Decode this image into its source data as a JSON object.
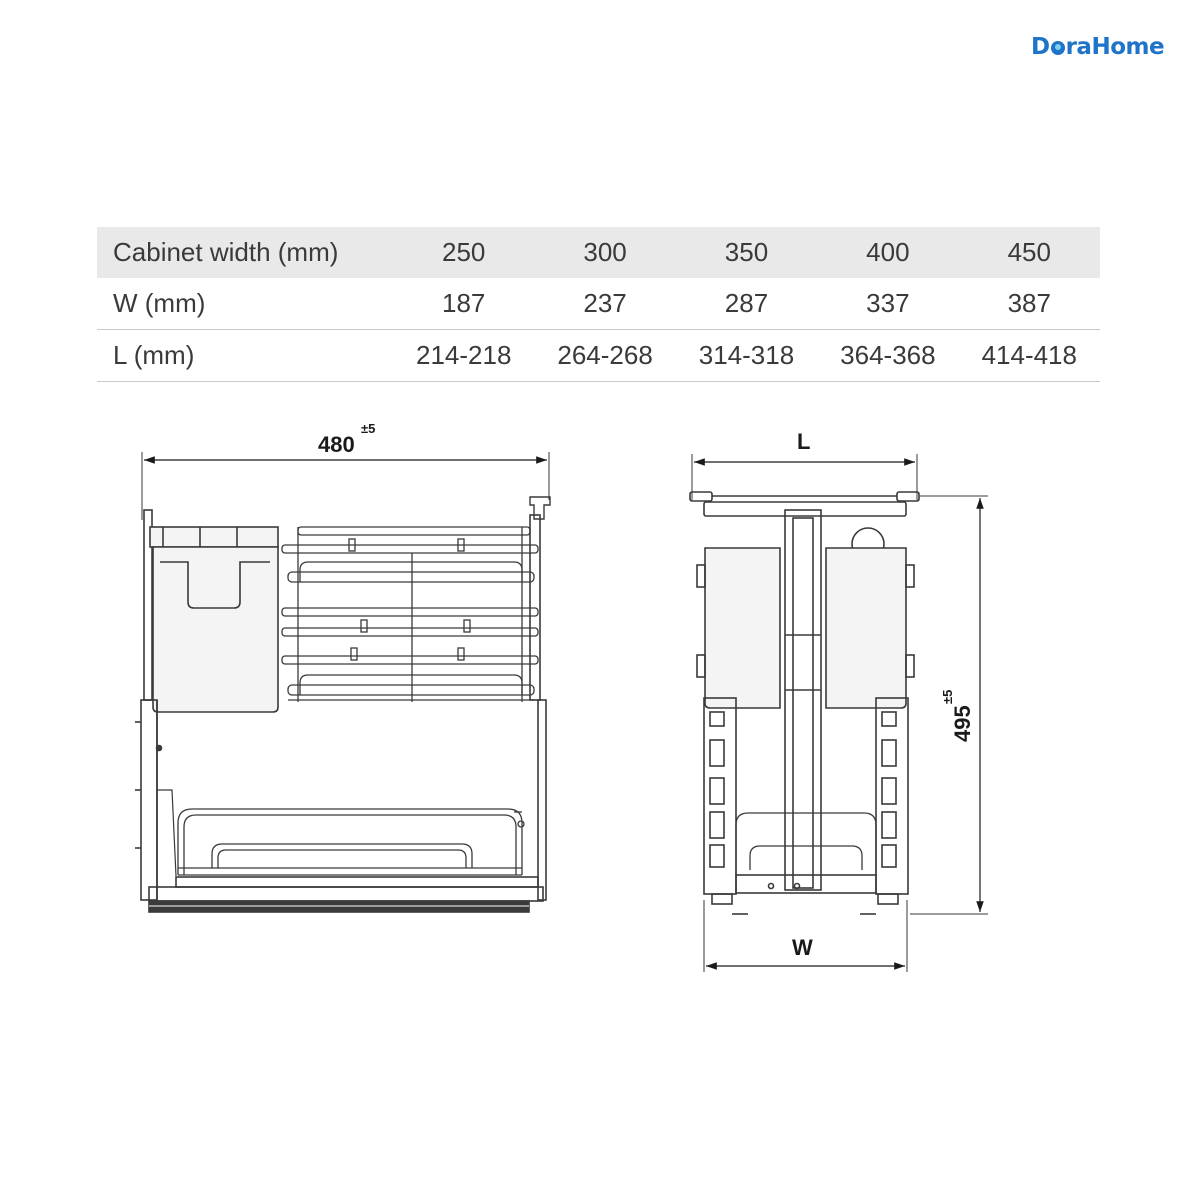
{
  "brand": {
    "logo_text_1": "D",
    "logo_text_2": "raHome",
    "color": "#1f73c8"
  },
  "spec_table": {
    "rows": [
      {
        "label": "Cabinet width (mm)",
        "values": [
          "250",
          "300",
          "350",
          "400",
          "450"
        ]
      },
      {
        "label": "W (mm)",
        "values": [
          "187",
          "237",
          "287",
          "337",
          "387"
        ]
      },
      {
        "label": "L (mm)",
        "values": [
          "214-218",
          "264-268",
          "314-318",
          "364-368",
          "414-418"
        ]
      }
    ]
  },
  "drawing": {
    "side_view": {
      "width_dim": "480",
      "width_tol": "±5"
    },
    "front_view": {
      "top_dim": "L",
      "bottom_dim": "W",
      "height_dim": "495",
      "height_tol": "±5"
    }
  }
}
